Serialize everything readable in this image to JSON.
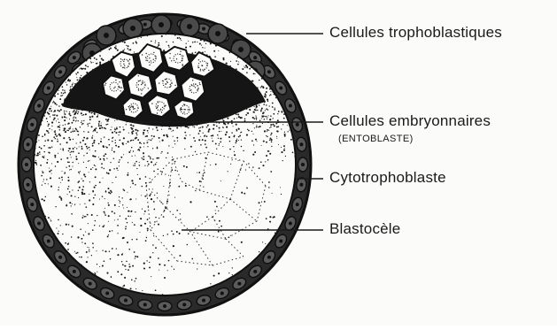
{
  "labels": {
    "trophoblast_cells": "Cellules trophoblastiques",
    "embryonic_cells": "Cellules embryonnaires",
    "entoblast": "(ENTOBLASTE)",
    "cytotrophoblast": "Cytotrophoblaste",
    "blastocoel": "Blastocèle"
  },
  "colors": {
    "ink": "#1a1a1a",
    "paper": "#fbfbf9"
  }
}
